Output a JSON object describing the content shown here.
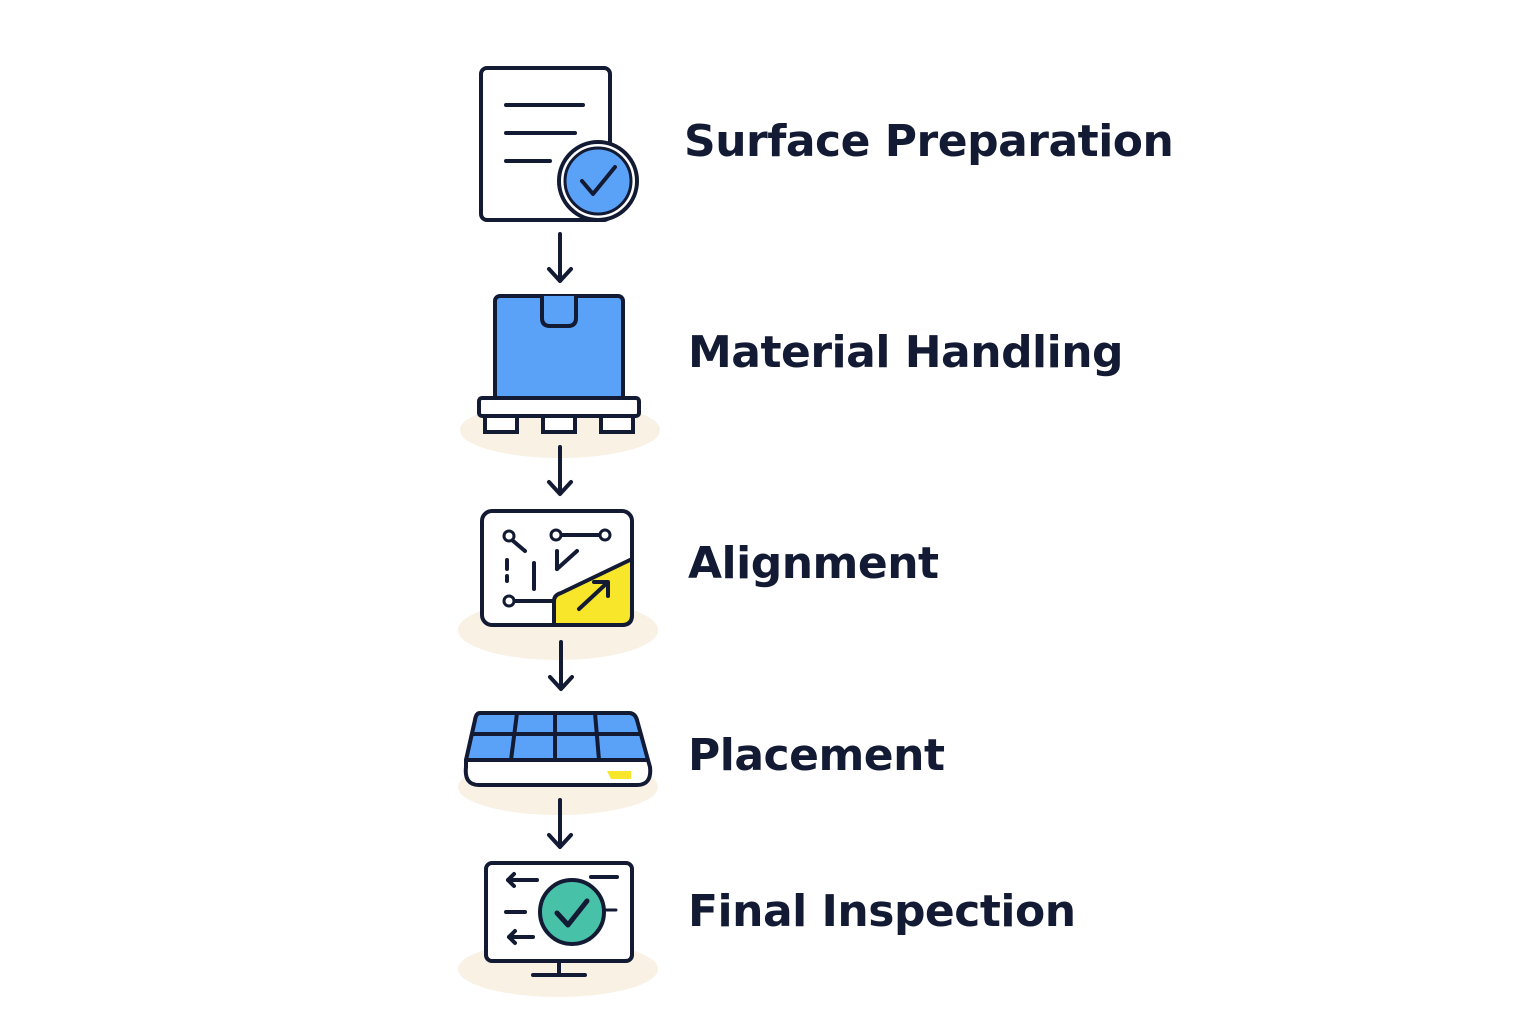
{
  "steps": [
    {
      "label": "Surface Preparation",
      "icon": "document-check-icon"
    },
    {
      "label": "Material Handling",
      "icon": "box-on-pallet-icon"
    },
    {
      "label": "Alignment",
      "icon": "alignment-board-icon"
    },
    {
      "label": "Placement",
      "icon": "solar-panel-icon"
    },
    {
      "label": "Final Inspection",
      "icon": "monitor-check-icon"
    }
  ],
  "colors": {
    "stroke": "#131a33",
    "blue": "#5aa2f8",
    "yellow": "#f7e62a",
    "teal": "#47c2a8",
    "shadow": "#f8f1e4",
    "text": "#131a33"
  }
}
